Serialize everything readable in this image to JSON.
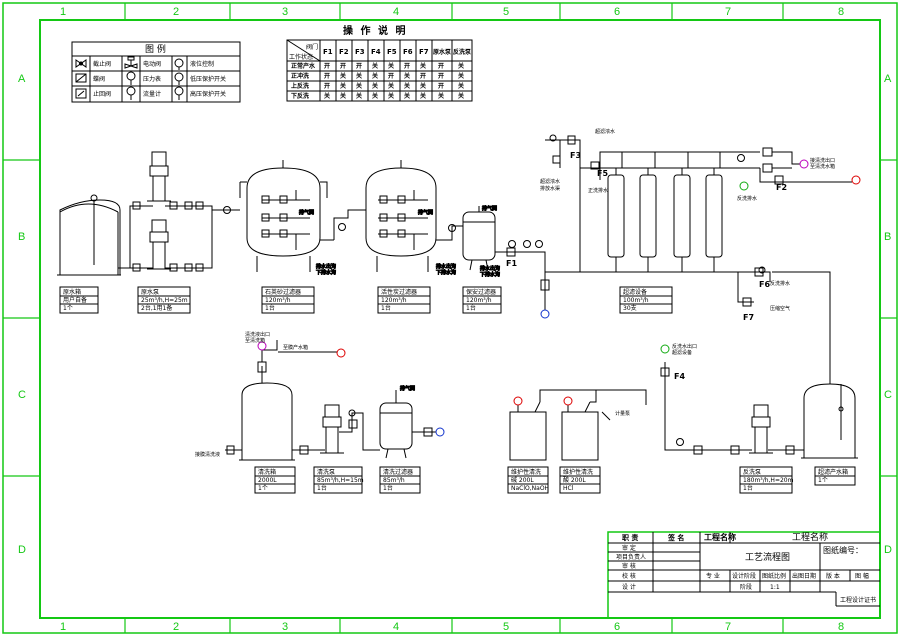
{
  "frame": {
    "columns": [
      "1",
      "2",
      "3",
      "4",
      "5",
      "6",
      "7",
      "8"
    ],
    "rows": [
      "A",
      "B",
      "C",
      "D"
    ]
  },
  "legend": {
    "title": "图  例",
    "items": [
      "截止阀",
      "电动阀",
      "液位控制",
      "蝶阀",
      "压力表",
      "低压保护开关",
      "止回阀",
      "流量计",
      "高压保护开关"
    ]
  },
  "operation": {
    "title": "操 作 说 明",
    "corner_top": "阀门",
    "corner_bottom": "工作状态",
    "columns": [
      "F1",
      "F2",
      "F3",
      "F4",
      "F5",
      "F6",
      "F7",
      "原水泵",
      "反洗泵"
    ],
    "rows": [
      {
        "label": "正常产水",
        "cells": [
          "开",
          "开",
          "开",
          "关",
          "关",
          "开",
          "关",
          "开",
          "关"
        ]
      },
      {
        "label": "正冲洗",
        "cells": [
          "开",
          "关",
          "关",
          "关",
          "开",
          "关",
          "开",
          "开",
          "关"
        ]
      },
      {
        "label": "上反洗",
        "cells": [
          "开",
          "关",
          "关",
          "关",
          "关",
          "关",
          "关",
          "开",
          "关"
        ]
      },
      {
        "label": "下反洗",
        "cells": [
          "关",
          "关",
          "关",
          "关",
          "关",
          "关",
          "关",
          "关",
          "关"
        ]
      }
    ]
  },
  "valves": {
    "f1": "F1",
    "f2": "F2",
    "f3": "F3",
    "f4": "F4",
    "f5": "F5",
    "f6": "F6",
    "f7": "F7"
  },
  "pipe_notes": {
    "vent1": "排气阀",
    "vent2": "排气阀",
    "vent3": "排气阀",
    "vent4": "排气阀",
    "drain1": "排水出沟",
    "drain1b": "下排水沟",
    "drain2": "排水出沟",
    "drain2b": "下排水沟",
    "drain3": "排水出沟",
    "drain3b": "下排水沟",
    "uf_drain": "超滤浓水",
    "uf_drain2": "排放水渠",
    "front_drain": "正洗排水",
    "to_product1": "接清洗出口",
    "to_product2": "至清洗水箱",
    "backwash_drain": "反洗排水",
    "comp_air": "压缩空气",
    "clean_in1": "清洗液出口",
    "clean_in2": "至清洗箱",
    "clean_out": "至膜产水箱",
    "backwash_in1": "反洗水出口",
    "backwash_in2": "超滤设备",
    "dosing_note": "计量泵",
    "clean_bottom": "接膜清洗液"
  },
  "equipment": {
    "raw_tank": [
      "原水箱",
      "用户自备",
      "1个"
    ],
    "raw_pump": [
      "原水泵",
      "25m³/h,H=25m",
      "2台,1用1备"
    ],
    "sand_filter": [
      "石英砂过滤器",
      "120m³/h",
      "1台"
    ],
    "carbon_filter": [
      "活性炭过滤器",
      "120m³/h",
      "1台"
    ],
    "security_filter": [
      "保安过滤器",
      "120m³/h",
      "1台"
    ],
    "uf_unit": [
      "超滤设备",
      "100m³/h",
      "30支"
    ],
    "clean_tank": [
      "清洗箱",
      "2000L",
      "1个"
    ],
    "clean_pump": [
      "清洗泵",
      "85m³/h,H=15m",
      "1台"
    ],
    "clean_filter": [
      "清洗过滤器",
      "85m³/h",
      "1台"
    ],
    "naoh_tank": [
      "维护性清洗",
      "碱  200L",
      "NaClO,NaOH"
    ],
    "hcl_tank": [
      "维护性清洗",
      "酸   200L",
      "HCl"
    ],
    "backwash_pump": [
      "反洗泵",
      "180m³/h,H=20m",
      "1台"
    ],
    "product_tank": [
      "超滤产水箱",
      "1个"
    ]
  },
  "titleblock": {
    "h_role": "职   责",
    "h_sign": "签    名",
    "h_proj_label": "工程名称",
    "h_proj_value": "工程名称",
    "roles": [
      "审    定",
      "项目负责人",
      "审    核",
      "校    核",
      "设    计"
    ],
    "drawing_title": "工艺流程图",
    "drawing_no": "图纸编号：",
    "meta_headers": [
      "专  业",
      "设计阶段",
      "图纸比例",
      "出图日期",
      "版  本",
      "图  幅"
    ],
    "meta_values": [
      "",
      "阶段",
      "1:1",
      "",
      "",
      ""
    ],
    "cert": "工程设计证书"
  }
}
